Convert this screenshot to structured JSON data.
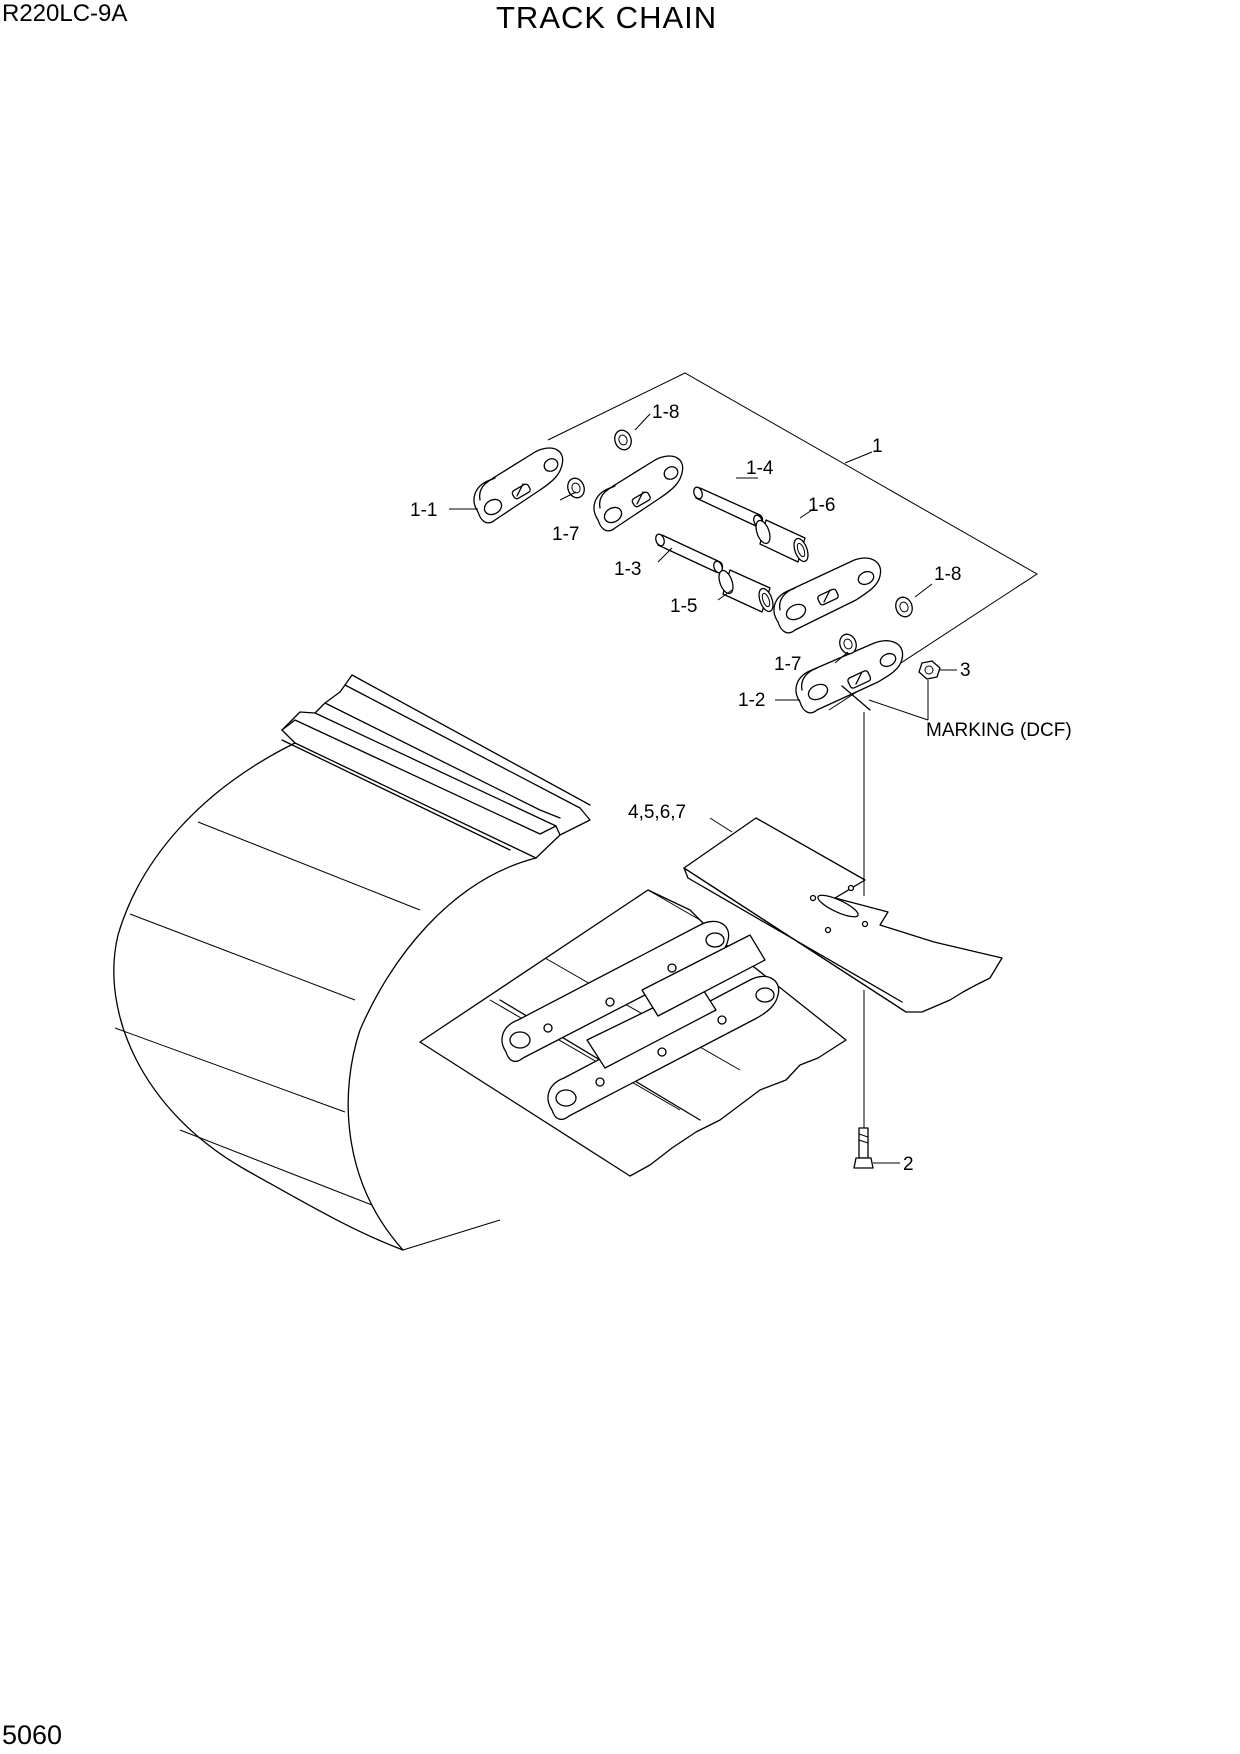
{
  "header": {
    "model": "R220LC-9A",
    "title": "TRACK CHAIN"
  },
  "footer": {
    "page_number": "5060"
  },
  "callouts": {
    "assembly": "1",
    "link_1_1": "1-1",
    "link_1_2": "1-2",
    "pin_1_3": "1-3",
    "pin_1_4": "1-4",
    "bushing_1_5": "1-5",
    "bushing_1_6": "1-6",
    "seal_1_7_upper": "1-7",
    "seal_1_7_lower": "1-7",
    "seal_1_8_upper": "1-8",
    "seal_1_8_lower": "1-8",
    "bolt": "2",
    "nut": "3",
    "shoe": "4,5,6,7",
    "marking_note": "MARKING (DCF)"
  }
}
